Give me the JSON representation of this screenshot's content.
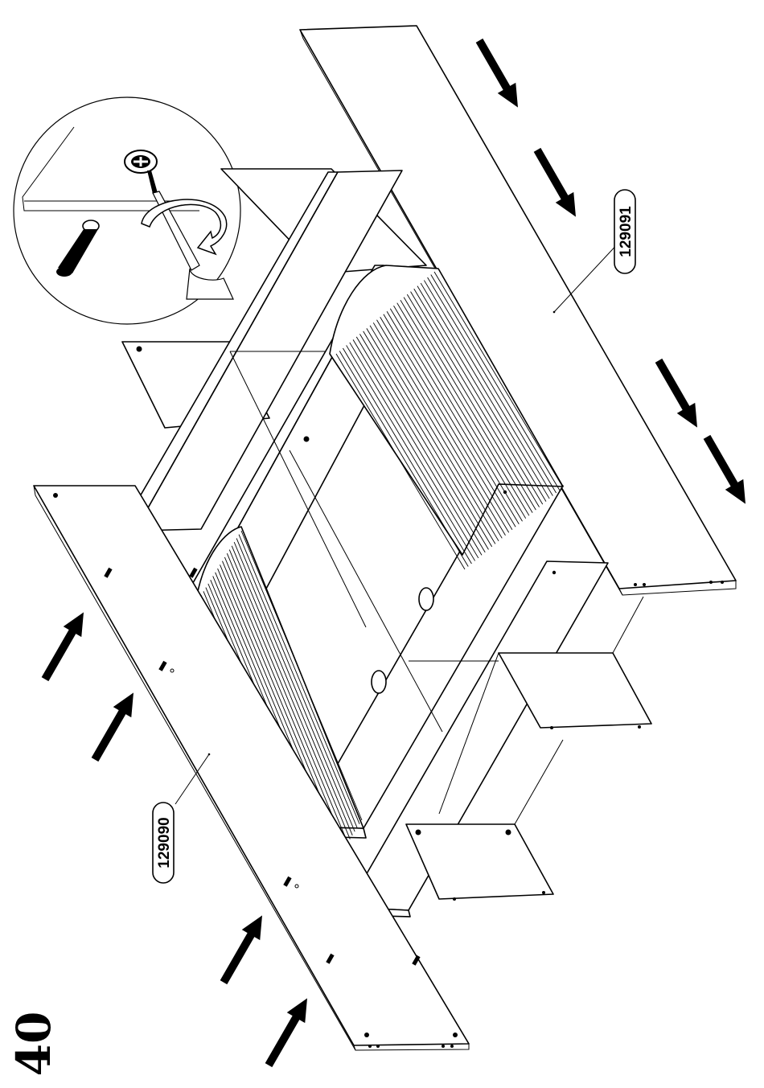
{
  "step": {
    "number": "40"
  },
  "parts": [
    {
      "code": "129090"
    },
    {
      "code": "129091"
    }
  ],
  "detail": {
    "tool_icon": "phillips-screwdriver-icon",
    "action_icon": "rotate-clockwise-icon"
  },
  "arrows": {
    "icon": "press-arrow-icon",
    "count": 8
  }
}
